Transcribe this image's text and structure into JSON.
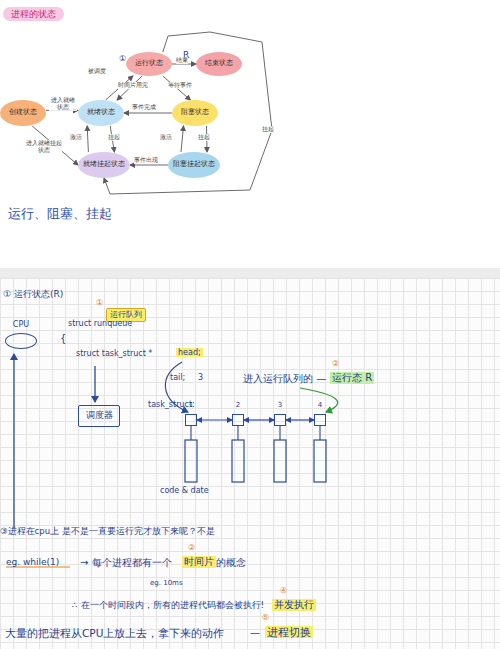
{
  "diagram": {
    "title": "进程的状态",
    "nodes": [
      {
        "text": [
          "运行状态"
        ]
      },
      {
        "text": [
          "结束状态"
        ]
      },
      {
        "text": [
          "创建状态"
        ]
      },
      {
        "text": [
          "就绪状态"
        ]
      },
      {
        "text": [
          "阻塞状态"
        ]
      },
      {
        "text": [
          "就绪挂起状态"
        ]
      },
      {
        "text": [
          "阻塞挂起状态"
        ]
      },
      {
        "text": [
          "运行队列"
        ]
      },
      {
        "text": [
          "CPU"
        ]
      },
      {
        "text": [
          "调度器"
        ]
      },
      {
        "text": [
          "1"
        ]
      },
      {
        "text": [
          "2"
        ]
      },
      {
        "text": [
          "3"
        ]
      },
      {
        "text": [
          "4"
        ]
      }
    ],
    "edges": [
      {
        "from": 0,
        "to": 1,
        "label": "结束",
        "arrow": "to"
      },
      {
        "from": 3,
        "to": 0,
        "label": "被调度",
        "arrow": "to"
      },
      {
        "from": 0,
        "to": 3,
        "label": "时间片用完",
        "arrow": "to"
      },
      {
        "from": 0,
        "to": 4,
        "label": "等待事件",
        "arrow": "to"
      },
      {
        "from": 4,
        "to": 3,
        "label": "事件完成",
        "arrow": "to"
      },
      {
        "from": 2,
        "to": 3,
        "label": "进入就绪状态",
        "arrow": "to"
      },
      {
        "from": 2,
        "to": 5,
        "label": "进入就绪挂起状态",
        "arrow": "to"
      },
      {
        "from": 5,
        "to": 3,
        "label": "激活",
        "arrow": "to"
      },
      {
        "from": 3,
        "to": 5,
        "label": "挂起",
        "arrow": "to"
      },
      {
        "from": 6,
        "to": 4,
        "label": "激活",
        "arrow": "to"
      },
      {
        "from": 4,
        "to": 6,
        "label": "挂起",
        "arrow": "to"
      },
      {
        "from": 6,
        "to": 5,
        "label": "事件出现",
        "arrow": "to"
      },
      {
        "from": 0,
        "to": 5,
        "label": "挂起",
        "arrow": "to"
      },
      {
        "from": 10,
        "to": 11,
        "arrow": "both"
      },
      {
        "from": 11,
        "to": 12,
        "arrow": "both"
      },
      {
        "from": 12,
        "to": 13,
        "arrow": "both"
      }
    ],
    "labels": [
      "①",
      "R",
      "运行、阻塞、挂起",
      "① 运行状态(R)",
      "①",
      "struct runqueue",
      "{",
      "struct task_struct *",
      "head;",
      "tail;",
      "3",
      "②",
      "进入运行队列的 —",
      "运行态 R",
      "task_struct:",
      "code & date",
      "③进程在cpu上 是不是一直要运行完才放下来呢？不是",
      "eg. while(1)",
      "→ 每个进程都有一个",
      "②",
      "时间片",
      "的概念",
      "eg. 10ms",
      "④",
      "∴ 在一个时间段内，所有的进程代码都会被执行!",
      "并发执行",
      "⑤",
      "大量的把进程从CPU上放上去，拿下来的动作",
      "—",
      "进程切换"
    ]
  }
}
